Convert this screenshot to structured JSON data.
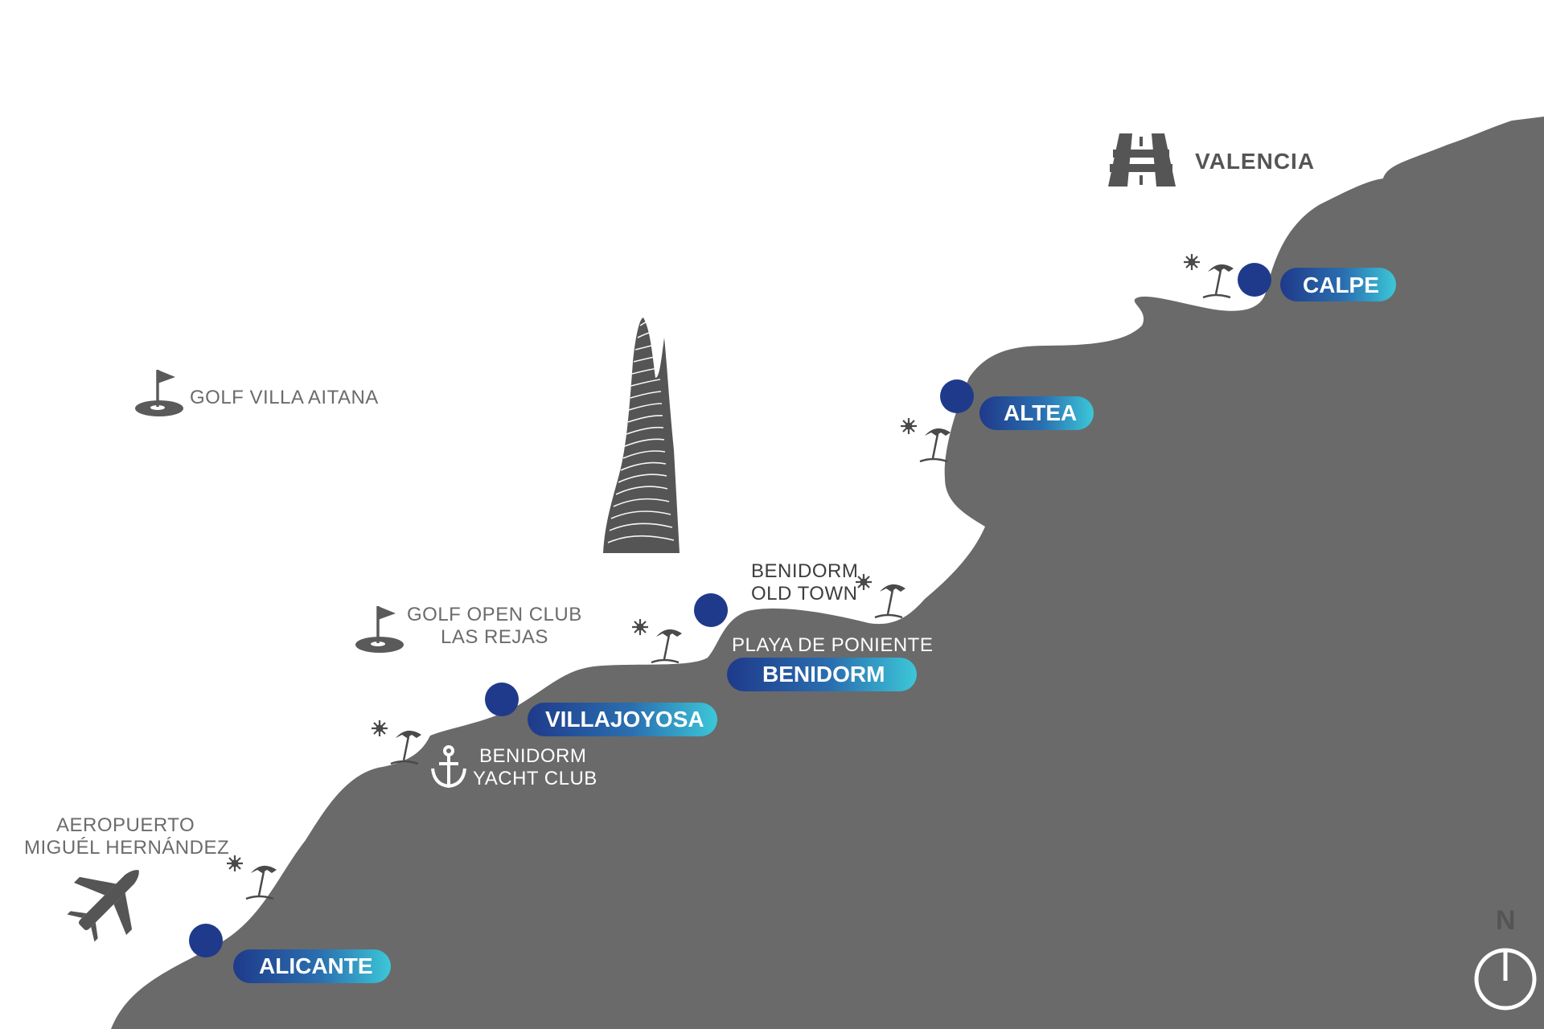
{
  "colors": {
    "land": "#6a6a6a",
    "sea": "#ffffff",
    "marker": "#1f3a8a",
    "pill_start": "#1f3a8a",
    "pill_end": "#39c3d6",
    "icon_gray": "#5a5a5a"
  },
  "cities": {
    "alicante": "ALICANTE",
    "villajoyosa": "VILLAJOYOSA",
    "benidorm": "BENIDORM",
    "altea": "ALTEA",
    "calpe": "CALPE"
  },
  "places": {
    "valencia": "VALENCIA",
    "golf_villa_aitana": "GOLF VILLA AITANA",
    "golf_open_club_1": "GOLF OPEN CLUB",
    "golf_open_club_2": "LAS REJAS",
    "playa_de_poniente": "PLAYA DE PONIENTE",
    "old_town_1": "BENIDORM",
    "old_town_2": "OLD TOWN",
    "yacht_club_1": "BENIDORM",
    "yacht_club_2": "YACHT CLUB",
    "airport_1": "AEROPUERTO",
    "airport_2": "MIGUÉL HERNÁNDEZ"
  },
  "compass": {
    "label": "N"
  },
  "icons": [
    "highway-icon",
    "golf-flag-icon",
    "beach-umbrella-icon",
    "sun-icon",
    "anchor-icon",
    "airplane-icon",
    "skyscraper-icon",
    "compass-icon"
  ]
}
